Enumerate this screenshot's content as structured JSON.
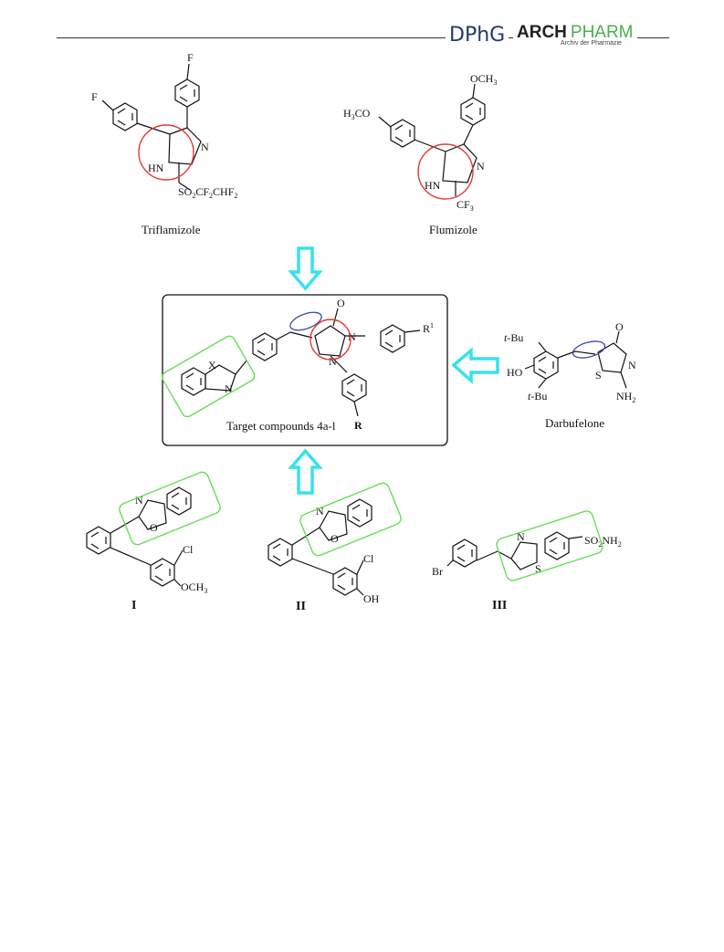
{
  "header": {
    "logo_left": "DPhG",
    "logo_right_bold": "ARCH",
    "logo_right_color": "PHARM",
    "logo_sub": "Archiv der Pharmazie"
  },
  "compounds": {
    "triflamizole": {
      "caption": "Triflamizole"
    },
    "flumizole": {
      "caption": "Flumizole"
    },
    "target": {
      "caption": "Target compounds 4a-l"
    },
    "darbufelone": {
      "caption": "Darbufelone"
    },
    "c1": {
      "caption": "I"
    },
    "c2": {
      "caption": "II"
    },
    "c3": {
      "caption": "III"
    }
  },
  "colors": {
    "red_circle": "#e53935",
    "blue_ellipse": "#3949ab",
    "green_box": "#66dd55",
    "arrow": "#38e1ee"
  }
}
